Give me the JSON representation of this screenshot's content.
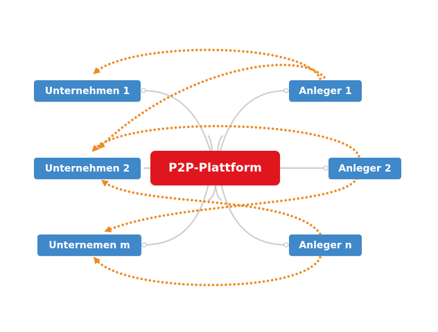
{
  "diagram": {
    "center": {
      "label": "P2P-Plattform",
      "color": "#e0161e"
    },
    "companies": [
      {
        "label": "Unternehmen 1"
      },
      {
        "label": "Unternehmen 2"
      },
      {
        "label": "Unternemen m"
      }
    ],
    "investors": [
      {
        "label": "Anleger 1"
      },
      {
        "label": "Anleger 2"
      },
      {
        "label": "Anleger n"
      }
    ],
    "colors": {
      "node": "#3f88c9",
      "connector": "#cccccc",
      "flow_arrow": "#ee8a22"
    },
    "flows": [
      {
        "from": "Anleger 1",
        "to": "Unternehmen 1"
      },
      {
        "from": "Anleger 1",
        "to": "Unternehmen 2"
      },
      {
        "from": "Anleger 2",
        "to": "Unternehmen 2"
      },
      {
        "from": "Anleger 2",
        "to": "Unternemen m"
      },
      {
        "from": "Anleger n",
        "to": "Unternehmen 2"
      },
      {
        "from": "Anleger n",
        "to": "Unternemen m"
      }
    ]
  }
}
